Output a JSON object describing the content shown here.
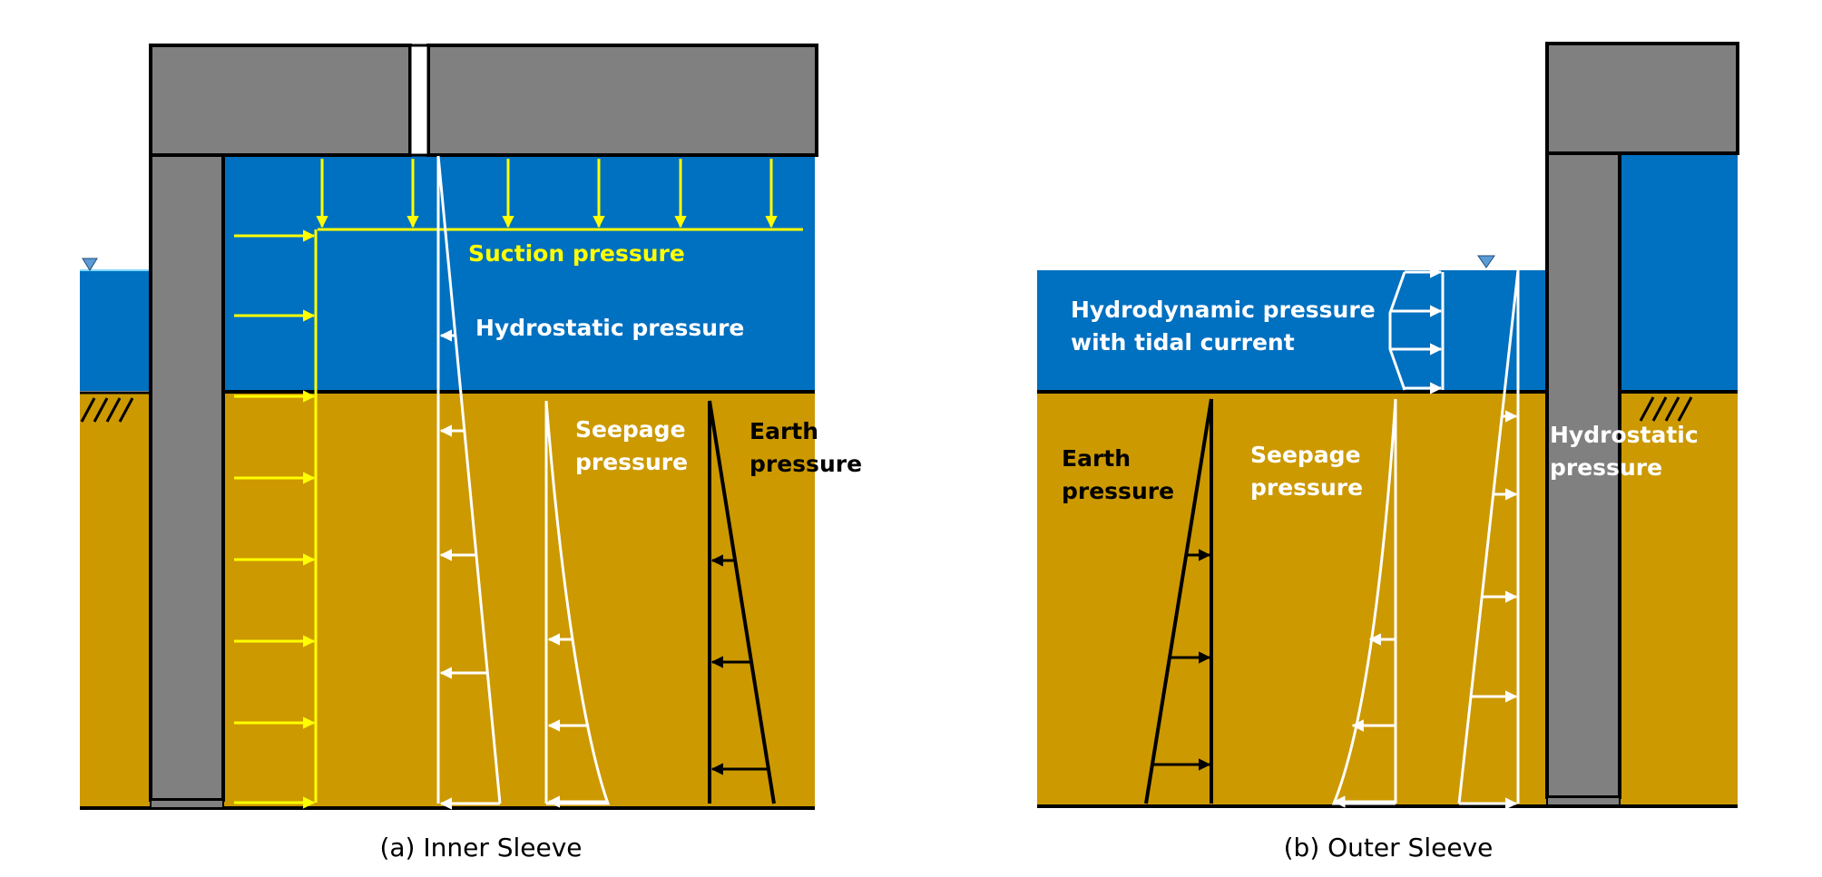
{
  "colors": {
    "water": "#0070C0",
    "soil": "#CC9900",
    "concrete": "#808080",
    "suction": "#FFFF00",
    "white_arrows": "#FFFFFF",
    "earth": "#000000",
    "water_level_marker": "#5B9BD5"
  },
  "icons": {
    "water_level": "inverted-triangle-icon",
    "ground_surface": "hatch-icon"
  },
  "panel_a": {
    "caption": "(a) Inner Sleeve",
    "labels": {
      "suction": "Suction pressure",
      "hydrostatic": "Hydrostatic pressure",
      "seepage": [
        "Seepage",
        "pressure"
      ],
      "earth": [
        "Earth",
        "pressure"
      ]
    }
  },
  "panel_b": {
    "caption": "(b) Outer Sleeve",
    "labels": {
      "hydrodynamic": [
        "Hydrodynamic pressure",
        "with tidal current"
      ],
      "earth": [
        "Earth",
        "pressure"
      ],
      "seepage": [
        "Seepage",
        "pressure"
      ],
      "hydrostatic": [
        "Hydrostatic",
        "pressure"
      ]
    }
  }
}
